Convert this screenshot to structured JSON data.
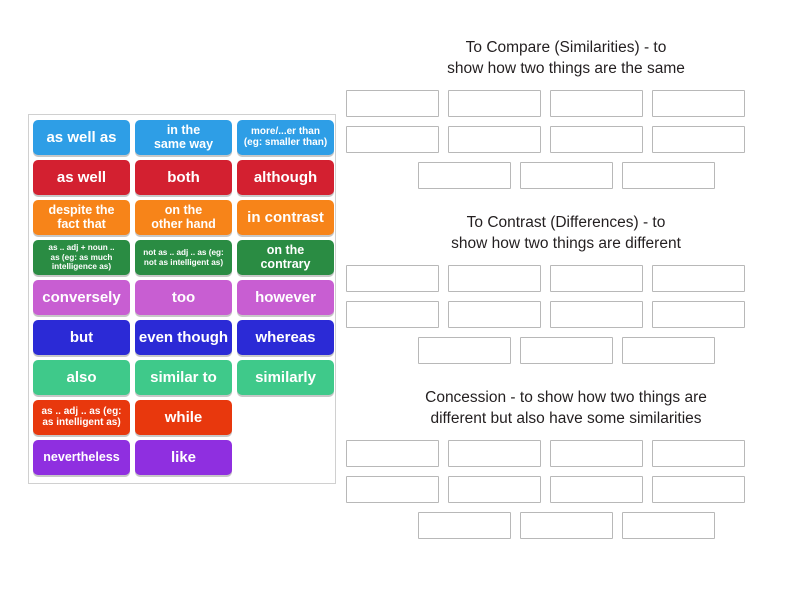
{
  "word_bank": {
    "rows": [
      [
        {
          "label": "as well as",
          "color": "#2e9ee6",
          "size": "fs-lg"
        },
        {
          "label": "in the\nsame way",
          "color": "#2e9ee6",
          "size": "fs-md"
        },
        {
          "label": "more/...er than\n(eg: smaller than)",
          "color": "#2e9ee6",
          "size": "fs-sm"
        }
      ],
      [
        {
          "label": "as well",
          "color": "#d32030",
          "size": "fs-lg"
        },
        {
          "label": "both",
          "color": "#d32030",
          "size": "fs-lg"
        },
        {
          "label": "although",
          "color": "#d32030",
          "size": "fs-lg"
        }
      ],
      [
        {
          "label": "despite the\nfact that",
          "color": "#f78419",
          "size": "fs-md"
        },
        {
          "label": "on the\nother hand",
          "color": "#f78419",
          "size": "fs-md"
        },
        {
          "label": "in contrast",
          "color": "#f78419",
          "size": "fs-lg"
        }
      ],
      [
        {
          "label": "as .. adj + noun ..\nas (eg: as much\nintelligence as)",
          "color": "#2a8c43",
          "size": "fs-xs"
        },
        {
          "label": "not as .. adj .. as (eg:\nnot as intelligent as)",
          "color": "#2a8c43",
          "size": "fs-xs"
        },
        {
          "label": "on the\ncontrary",
          "color": "#2a8c43",
          "size": "fs-md"
        }
      ],
      [
        {
          "label": "conversely",
          "color": "#c85ed2",
          "size": "fs-lg"
        },
        {
          "label": "too",
          "color": "#c85ed2",
          "size": "fs-lg"
        },
        {
          "label": "however",
          "color": "#c85ed2",
          "size": "fs-lg"
        }
      ],
      [
        {
          "label": "but",
          "color": "#2b2ad6",
          "size": "fs-lg"
        },
        {
          "label": "even though",
          "color": "#2b2ad6",
          "size": "fs-lg"
        },
        {
          "label": "whereas",
          "color": "#2b2ad6",
          "size": "fs-lg"
        }
      ],
      [
        {
          "label": "also",
          "color": "#3fc98a",
          "size": "fs-lg"
        },
        {
          "label": "similar to",
          "color": "#3fc98a",
          "size": "fs-lg"
        },
        {
          "label": "similarly",
          "color": "#3fc98a",
          "size": "fs-lg"
        }
      ],
      [
        {
          "label": "as .. adj .. as (eg:\nas intelligent as)",
          "color": "#e8380d",
          "size": "fs-sm"
        },
        {
          "label": "while",
          "color": "#e8380d",
          "size": "fs-lg"
        },
        {
          "label": "",
          "color": "",
          "size": ""
        }
      ],
      [
        {
          "label": "nevertheless",
          "color": "#8f2fe0",
          "size": "fs-md"
        },
        {
          "label": "like",
          "color": "#8f2fe0",
          "size": "fs-lg"
        },
        {
          "label": "",
          "color": "",
          "size": ""
        }
      ]
    ]
  },
  "panels": [
    {
      "id": "compare",
      "title": "To Compare (Similarities) - to\nshow how two things are the same",
      "rows": [
        4,
        4,
        3
      ]
    },
    {
      "id": "contrast",
      "title": "To Contrast (Differences) - to\nshow how two things are different",
      "rows": [
        4,
        4,
        3
      ]
    },
    {
      "id": "concession",
      "title": "Concession - to show how two things are\ndifferent but also have some similarities",
      "rows": [
        4,
        4,
        3
      ]
    }
  ]
}
